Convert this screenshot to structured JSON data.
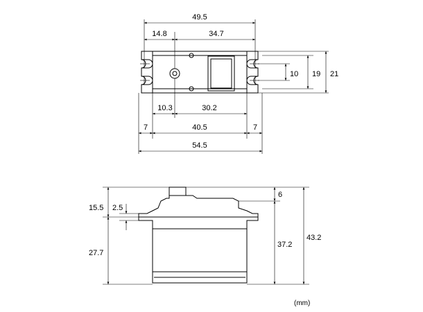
{
  "top_view": {
    "dim_overall_hole_spacing": "49.5",
    "dim_left_offset": "14.8",
    "dim_right_span": "34.7",
    "dim_gear_offset": "10.3",
    "dim_body_span": "30.2",
    "dim_left_tab": "7",
    "dim_body_length": "40.5",
    "dim_right_tab": "7",
    "dim_total_length": "54.5",
    "dim_slot_gap": "10",
    "dim_body_width": "19",
    "dim_total_width": "21"
  },
  "side_view": {
    "dim_upper_height": "15.5",
    "dim_flange_thickness": "2.5",
    "dim_lower_height": "27.7",
    "dim_spline_height": "6",
    "dim_body_height": "37.2",
    "dim_total_height": "43.2"
  },
  "unit_label": "(mm)"
}
